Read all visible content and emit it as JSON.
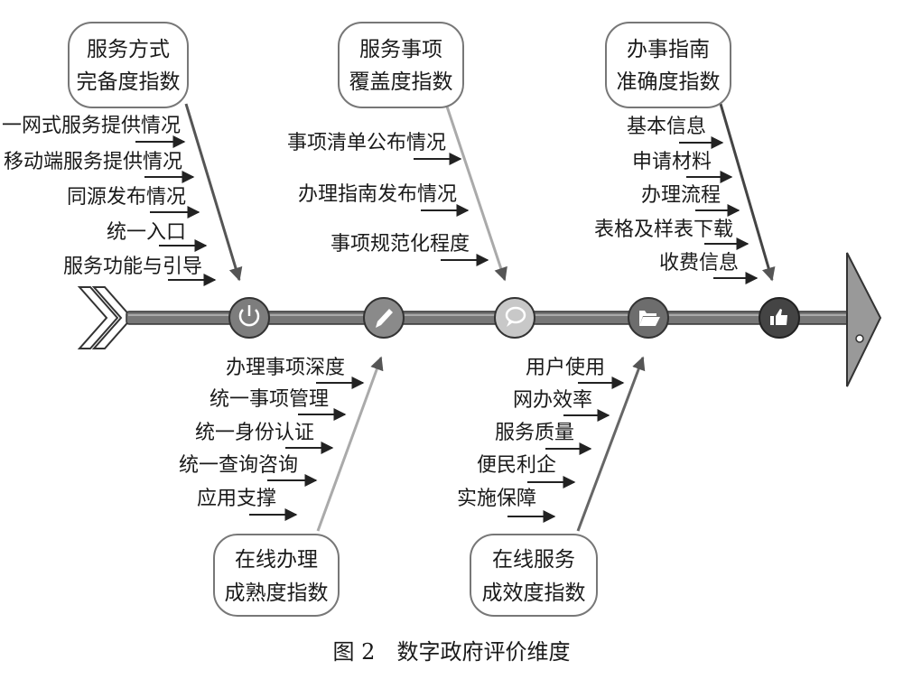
{
  "boxes": {
    "service_mode": {
      "line1": "服务方式",
      "line2": "完备度指数"
    },
    "service_item": {
      "line1": "服务事项",
      "line2": "覆盖度指数"
    },
    "guide_accuracy": {
      "line1": "办事指南",
      "line2": "准确度指数"
    },
    "online_handling": {
      "line1": "在线办理",
      "line2": "成熟度指数"
    },
    "online_service": {
      "line1": "在线服务",
      "line2": "成效度指数"
    }
  },
  "branches": {
    "service_mode": [
      "一网式服务提供情况",
      "移动端服务提供情况",
      "同源发布情况",
      "统一入口",
      "服务功能与引导"
    ],
    "service_item": [
      "事项清单公布情况",
      "办理指南发布情况",
      "事项规范化程度"
    ],
    "guide_accuracy": [
      "基本信息",
      "申请材料",
      "办理流程",
      "表格及样表下载",
      "收费信息"
    ],
    "online_handling": [
      "办理事项深度",
      "统一事项管理",
      "统一身份认证",
      "统一查询咨询",
      "应用支撑"
    ],
    "online_service": [
      "用户使用",
      "网办效率",
      "服务质量",
      "便民利企",
      "实施保障"
    ]
  },
  "nodes": [
    "power-icon",
    "pencil-icon",
    "speech-bubble-icon",
    "folder-open-icon",
    "thumbs-up-icon"
  ],
  "caption": "图 2　数字政府评价维度"
}
